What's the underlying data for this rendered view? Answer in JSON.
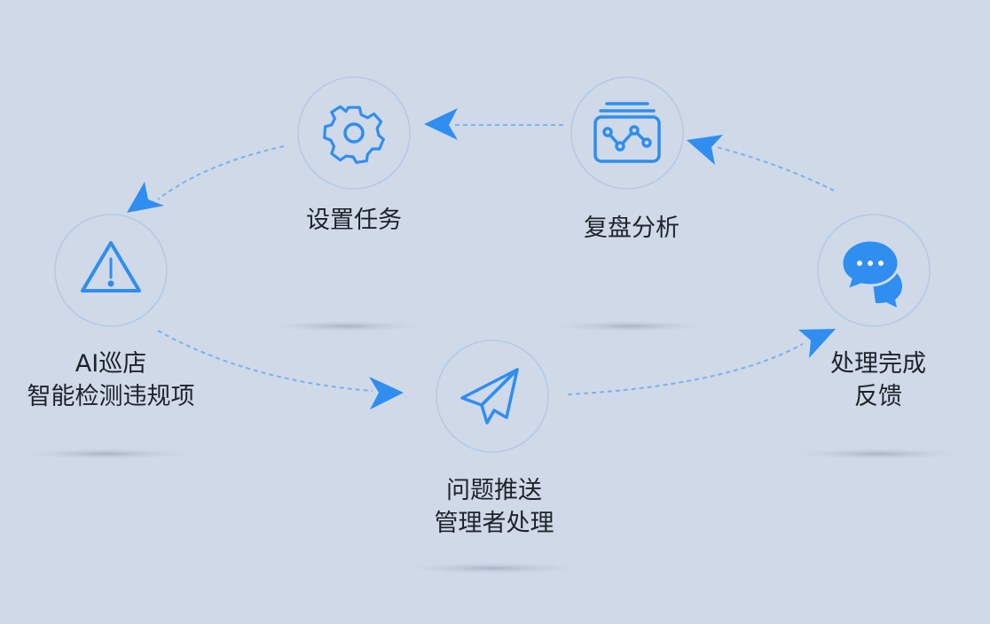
{
  "colors": {
    "background": "#cfd9e8",
    "accent": "#2f8ef0",
    "text": "#1e2329"
  },
  "steps": [
    {
      "id": "set-task",
      "icon": "gear-icon",
      "line1": "设置任务"
    },
    {
      "id": "ai-patrol",
      "icon": "warning-icon",
      "line1": "AI巡店",
      "line2": "智能检测违规项"
    },
    {
      "id": "push-issue",
      "icon": "paper-plane-icon",
      "line1": "问题推送",
      "line2": "管理者处理"
    },
    {
      "id": "feedback",
      "icon": "chat-bubbles-icon",
      "line1": "处理完成",
      "line2": "反馈"
    },
    {
      "id": "review",
      "icon": "chart-board-icon",
      "line1": "复盘分析"
    }
  ]
}
